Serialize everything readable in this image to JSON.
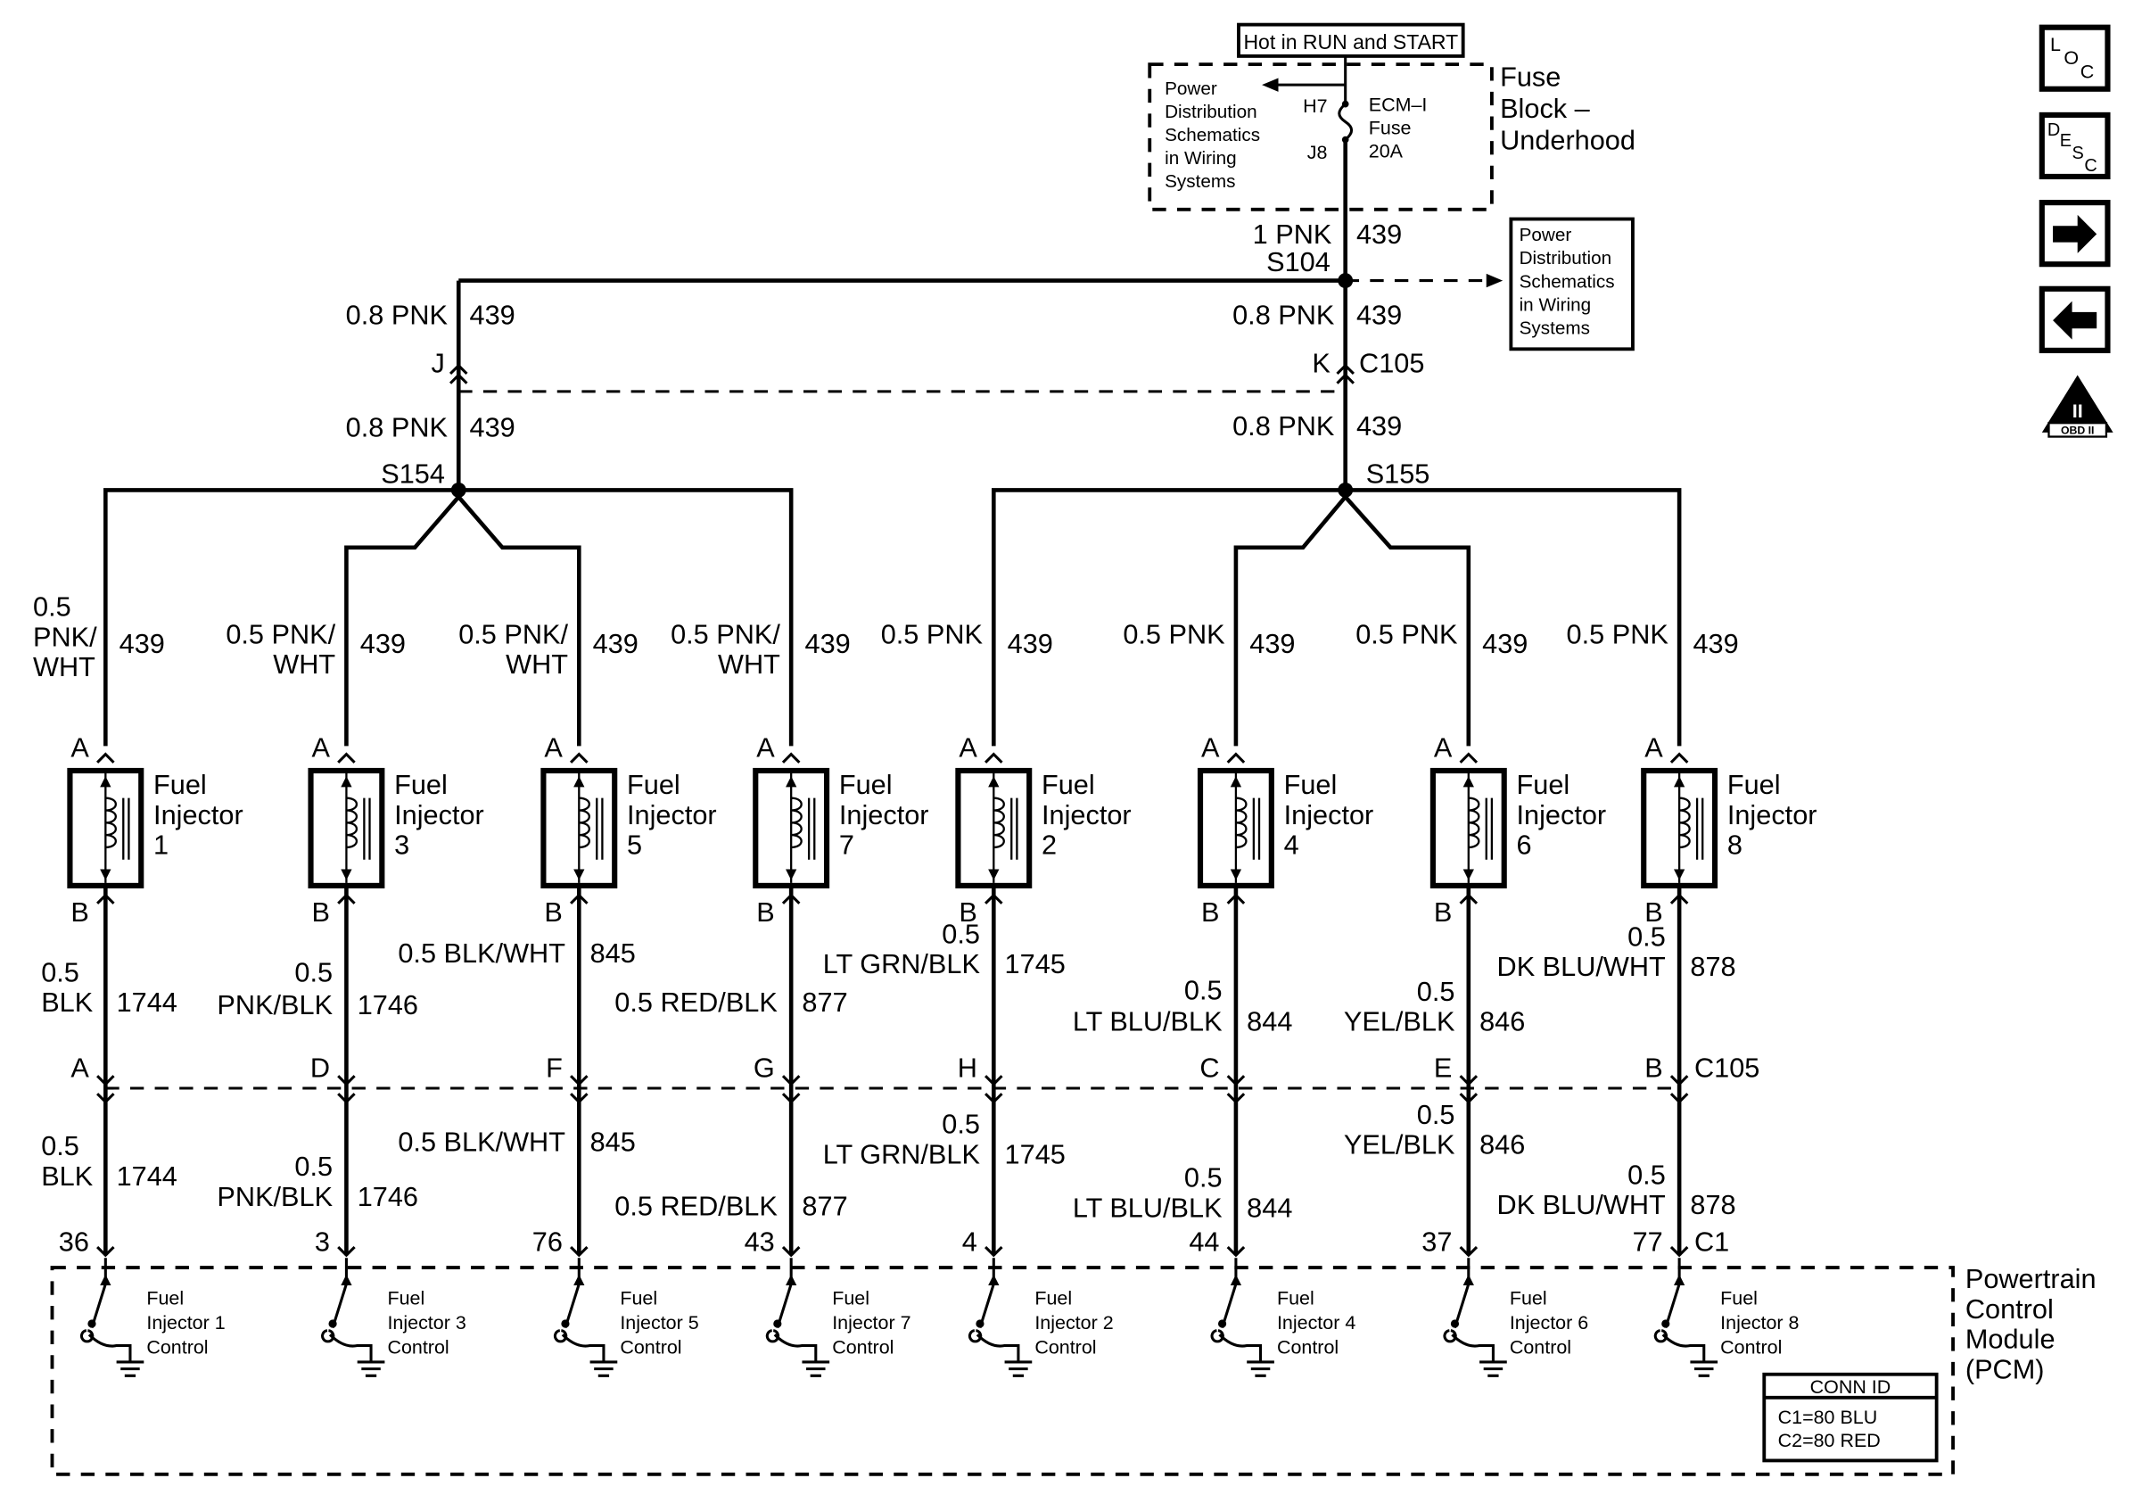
{
  "fuse_block": {
    "hot_label": "Hot in RUN and START",
    "title_line1": "Fuse",
    "title_line2": "Block –",
    "title_line3": "Underhood",
    "ref_lines": [
      "Power",
      "Distribution",
      "Schematics",
      "in Wiring",
      "Systems"
    ],
    "term_top": "H7",
    "term_bottom": "J8",
    "fuse_lines": [
      "ECM–I",
      "Fuse",
      "20A"
    ]
  },
  "feed": {
    "wire_size": "1 PNK",
    "circuit": "439",
    "splice": "S104",
    "ref_lines": [
      "Power",
      "Distribution",
      "Schematics",
      "in Wiring",
      "Systems"
    ]
  },
  "c105_upper": {
    "left": {
      "size": "0.8 PNK",
      "circuit": "439",
      "pin": "J"
    },
    "right": {
      "size": "0.8 PNK",
      "circuit": "439",
      "pin": "K"
    },
    "connector": "C105",
    "left_below": {
      "size": "0.8 PNK",
      "circuit": "439"
    },
    "right_below": {
      "size": "0.8 PNK",
      "circuit": "439"
    }
  },
  "splices": {
    "left": "S154",
    "right": "S155"
  },
  "injectors": [
    {
      "feed_size": [
        "0.5",
        "PNK/",
        "WHT"
      ],
      "feed_circuit": "439",
      "pin_a": "A",
      "pin_b": "B",
      "name": [
        "Fuel",
        "Injector",
        "1"
      ],
      "ret_upper": [
        "0.5",
        "BLK"
      ],
      "ret_upper_circuit": "1744",
      "c105_pin": "A",
      "ret_lower": [
        "0.5",
        "BLK"
      ],
      "ret_lower_circuit": "1744",
      "c1_pin": "36",
      "pcm_label": [
        "Fuel",
        "Injector 1",
        "Control"
      ]
    },
    {
      "feed_size": [
        "0.5 PNK/",
        "WHT"
      ],
      "feed_circuit": "439",
      "pin_a": "A",
      "pin_b": "B",
      "name": [
        "Fuel",
        "Injector",
        "3"
      ],
      "ret_upper": [
        "0.5",
        "PNK/BLK"
      ],
      "ret_upper_circuit": "1746",
      "c105_pin": "D",
      "ret_lower": [
        "0.5",
        "PNK/BLK"
      ],
      "ret_lower_circuit": "1746",
      "c1_pin": "3",
      "pcm_label": [
        "Fuel",
        "Injector 3",
        "Control"
      ]
    },
    {
      "feed_size": [
        "0.5 PNK/",
        "WHT"
      ],
      "feed_circuit": "439",
      "pin_a": "A",
      "pin_b": "B",
      "name": [
        "Fuel",
        "Injector",
        "5"
      ],
      "ret_upper": [
        "0.5 BLK/WHT"
      ],
      "ret_upper_circuit": "845",
      "c105_pin": "F",
      "ret_lower": [
        "0.5 BLK/WHT"
      ],
      "ret_lower_circuit": "845",
      "c1_pin": "76",
      "pcm_label": [
        "Fuel",
        "Injector 5",
        "Control"
      ]
    },
    {
      "feed_size": [
        "0.5 PNK/",
        "WHT"
      ],
      "feed_circuit": "439",
      "pin_a": "A",
      "pin_b": "B",
      "name": [
        "Fuel",
        "Injector",
        "7"
      ],
      "ret_upper": [
        "0.5 RED/BLK"
      ],
      "ret_upper_circuit": "877",
      "c105_pin": "G",
      "ret_lower": [
        "0.5 RED/BLK"
      ],
      "ret_lower_circuit": "877",
      "c1_pin": "43",
      "pcm_label": [
        "Fuel",
        "Injector 7",
        "Control"
      ]
    },
    {
      "feed_size": [
        "0.5 PNK"
      ],
      "feed_circuit": "439",
      "pin_a": "A",
      "pin_b": "B",
      "name": [
        "Fuel",
        "Injector",
        "2"
      ],
      "ret_upper": [
        "0.5",
        "LT GRN/BLK"
      ],
      "ret_upper_circuit": "1745",
      "c105_pin": "H",
      "ret_lower": [
        "0.5",
        "LT GRN/BLK"
      ],
      "ret_lower_circuit": "1745",
      "c1_pin": "4",
      "pcm_label": [
        "Fuel",
        "Injector 2",
        "Control"
      ]
    },
    {
      "feed_size": [
        "0.5 PNK"
      ],
      "feed_circuit": "439",
      "pin_a": "A",
      "pin_b": "B",
      "name": [
        "Fuel",
        "Injector",
        "4"
      ],
      "ret_upper": [
        "0.5",
        "LT BLU/BLK"
      ],
      "ret_upper_circuit": "844",
      "c105_pin": "C",
      "ret_lower": [
        "0.5",
        "LT BLU/BLK"
      ],
      "ret_lower_circuit": "844",
      "c1_pin": "44",
      "pcm_label": [
        "Fuel",
        "Injector 4",
        "Control"
      ]
    },
    {
      "feed_size": [
        "0.5 PNK"
      ],
      "feed_circuit": "439",
      "pin_a": "A",
      "pin_b": "B",
      "name": [
        "Fuel",
        "Injector",
        "6"
      ],
      "ret_upper": [
        "0.5",
        "YEL/BLK"
      ],
      "ret_upper_circuit": "846",
      "c105_pin": "E",
      "ret_lower": [
        "0.5",
        "YEL/BLK"
      ],
      "ret_lower_circuit": "846",
      "c1_pin": "37",
      "pcm_label": [
        "Fuel",
        "Injector 6",
        "Control"
      ]
    },
    {
      "feed_size": [
        "0.5 PNK"
      ],
      "feed_circuit": "439",
      "pin_a": "A",
      "pin_b": "B",
      "name": [
        "Fuel",
        "Injector",
        "8"
      ],
      "ret_upper": [
        "0.5",
        "DK BLU/WHT"
      ],
      "ret_upper_circuit": "878",
      "c105_pin": "B",
      "ret_lower": [
        "0.5",
        "DK BLU/WHT"
      ],
      "ret_lower_circuit": "878",
      "c1_pin": "77",
      "pcm_label": [
        "Fuel",
        "Injector 8",
        "Control"
      ]
    }
  ],
  "c105_lower_connector": "C105",
  "c1_connector": "C1",
  "pcm": {
    "title": [
      "Powertrain",
      "Control",
      "Module",
      "(PCM)"
    ],
    "conn_id_title": "CONN ID",
    "conn_id_lines": [
      "C1=80 BLU",
      "C2=80 RED"
    ]
  },
  "side_icons": {
    "loc": [
      "L",
      "O",
      "C"
    ],
    "desc": [
      "D",
      "E",
      "S",
      "C"
    ],
    "next": "arrow-right-icon",
    "prev": "arrow-left-icon",
    "obd": [
      "II",
      "OBD II"
    ]
  }
}
